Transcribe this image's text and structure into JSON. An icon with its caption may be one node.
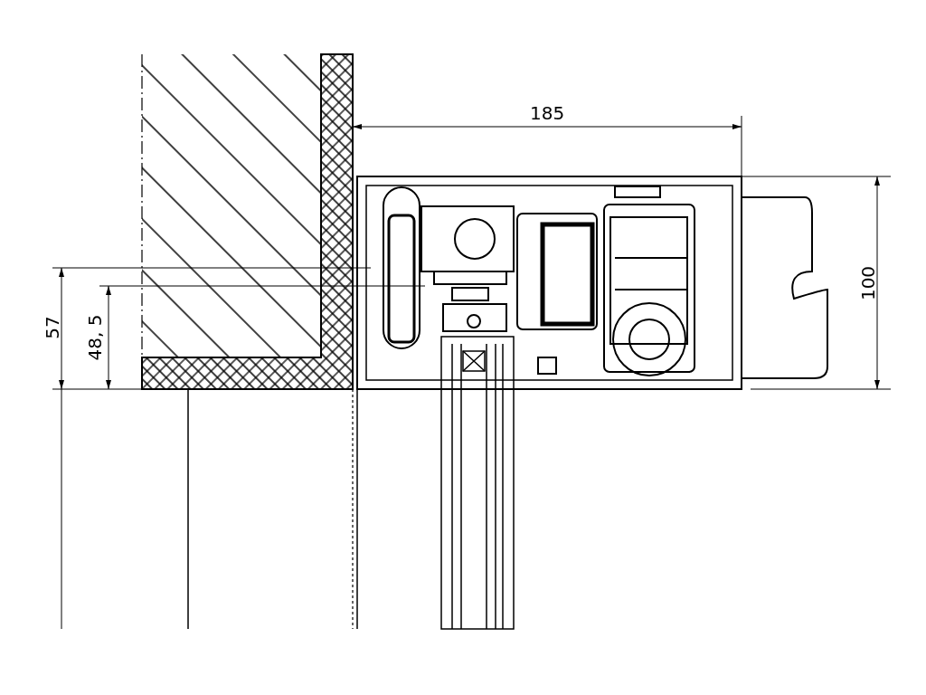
{
  "diagram": {
    "labels": [
      "185",
      "100",
      "57",
      "48, 5"
    ]
  }
}
